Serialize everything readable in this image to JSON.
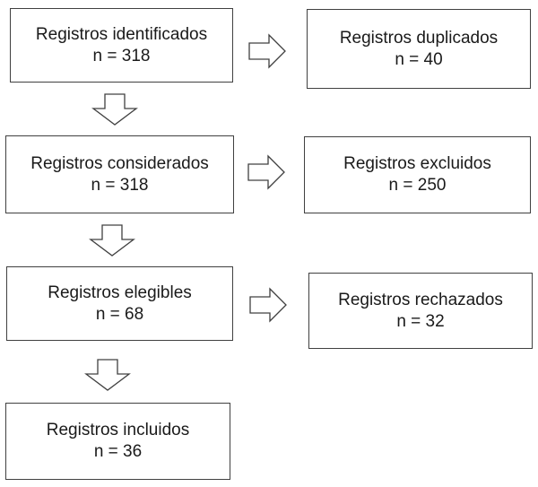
{
  "flow": {
    "identificados": {
      "label": "Registros identificados",
      "count": "n = 318"
    },
    "considerados": {
      "label": "Registros considerados",
      "count": "n = 318"
    },
    "elegibles": {
      "label": "Registros elegibles",
      "count": "n = 68"
    },
    "incluidos": {
      "label": "Registros incluidos",
      "count": "n = 36"
    }
  },
  "side": {
    "duplicados": {
      "label": "Registros duplicados",
      "count": "n = 40"
    },
    "excluidos": {
      "label": "Registros excluidos",
      "count": "n = 250"
    },
    "rechazados": {
      "label": "Registros rechazados",
      "count": "n = 32"
    }
  }
}
